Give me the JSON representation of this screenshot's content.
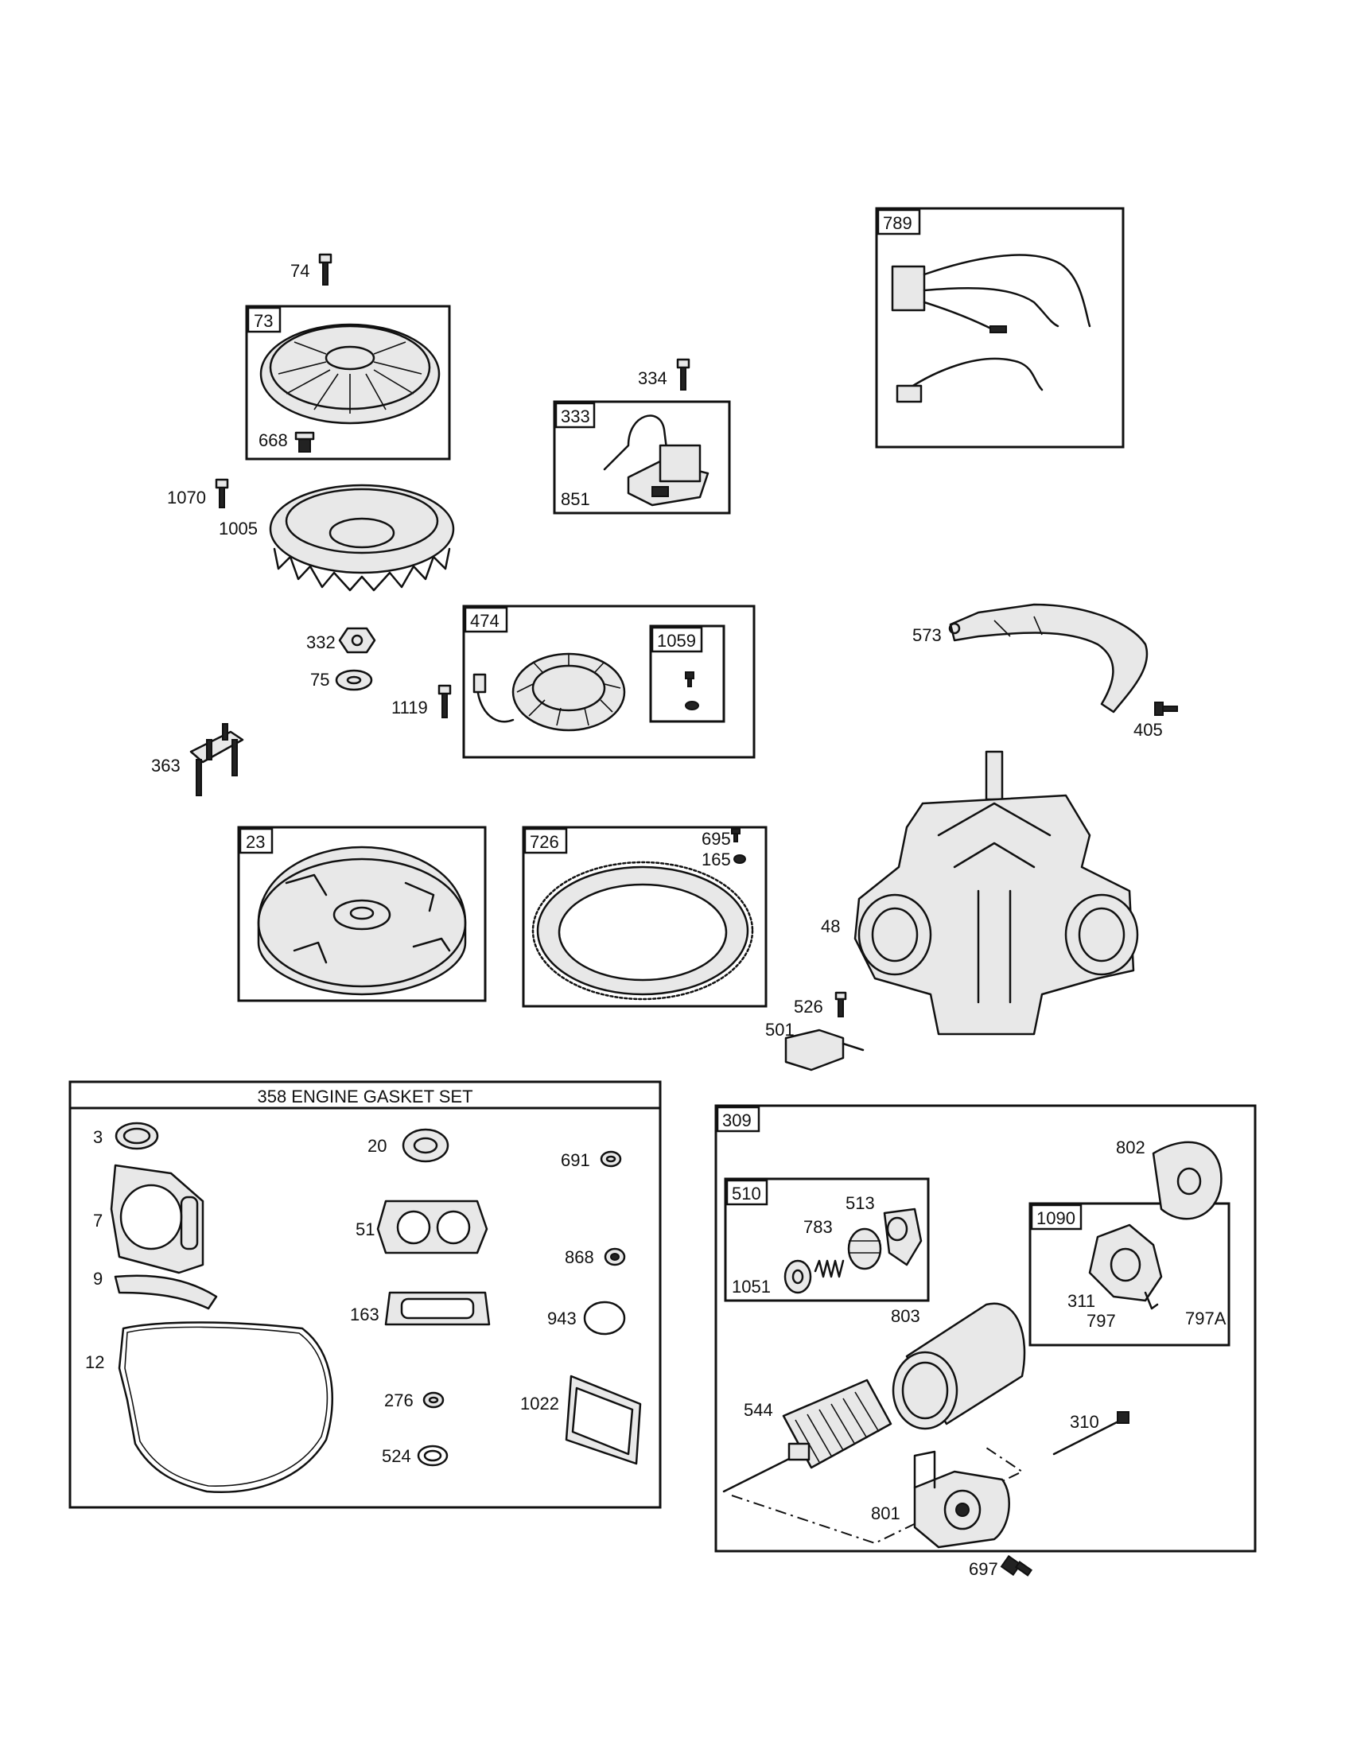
{
  "boxes": {
    "b73": "73",
    "b333": "333",
    "b789": "789",
    "b474": "474",
    "b1059": "1059",
    "b23": "23",
    "b726": "726",
    "b309": "309",
    "b510": "510",
    "b1090": "1090"
  },
  "gasket_set_title": "358 ENGINE GASKET SET",
  "labels": {
    "p74": "74",
    "p668": "668",
    "p1070": "1070",
    "p1005": "1005",
    "p334": "334",
    "p851": "851",
    "p332": "332",
    "p75": "75",
    "p1119": "1119",
    "p573": "573",
    "p405": "405",
    "p363": "363",
    "p695": "695",
    "p165": "165",
    "p48": "48",
    "p526": "526",
    "p501": "501",
    "p3": "3",
    "p20": "20",
    "p691": "691",
    "p7": "7",
    "p51": "51",
    "p868": "868",
    "p9": "9",
    "p163": "163",
    "p943": "943",
    "p12": "12",
    "p276": "276",
    "p1022": "1022",
    "p524": "524",
    "p802": "802",
    "p513": "513",
    "p783": "783",
    "p1051": "1051",
    "p311": "311",
    "p797": "797",
    "p797A": "797A",
    "p803": "803",
    "p544": "544",
    "p310": "310",
    "p801": "801",
    "p697": "697"
  }
}
